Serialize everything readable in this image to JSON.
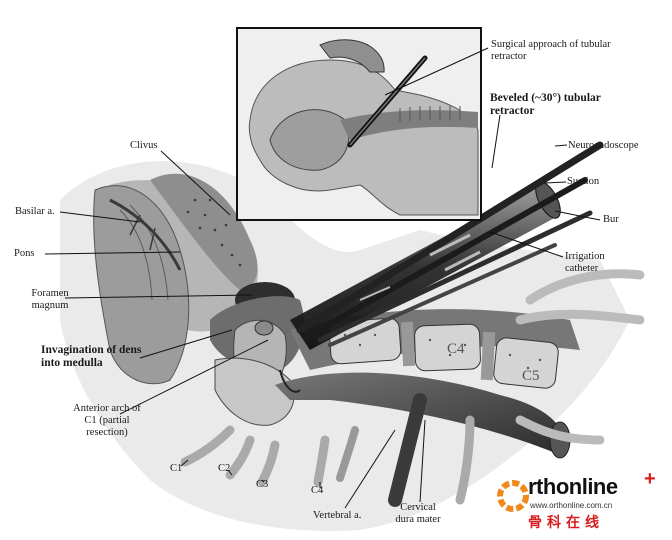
{
  "labels": {
    "surgical_approach": "Surgical approach of tubular retractor",
    "beveled": "Beveled (~30°) tubular retractor",
    "neuroendoscope": "Neuroendoscope",
    "suction": "Suction",
    "bur": "Bur",
    "irrigation": "Irrigation catheter",
    "clivus": "Clivus",
    "basilar": "Basilar a.",
    "pons": "Pons",
    "foramen": "Foramen magnum",
    "invagination": "Invagination of dens into medulla",
    "anterior_arch": "Anterior arch of C1 (partial resection)",
    "c1": "C1",
    "c2": "C2",
    "c3": "C3",
    "c4": "C4",
    "vertebral": "Vertebral a.",
    "cervical_dura": "Cervical dura mater",
    "vertebra_c4": "C4",
    "vertebra_c5": "C5"
  },
  "logo": {
    "name": "rthonline",
    "plus": "+",
    "url": "www.orthonline.com.cn",
    "chinese": "骨科在线"
  }
}
